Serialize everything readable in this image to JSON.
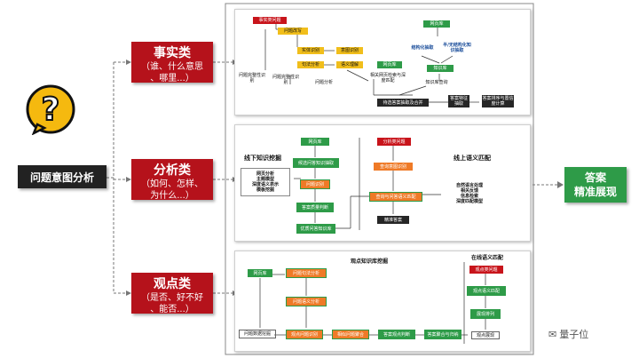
{
  "left": {
    "question_mark": "?",
    "main_label": "问题意图分析"
  },
  "categories": [
    {
      "title": "事实类",
      "sub1": "（谁、什么意思",
      "sub2": "、哪里...）"
    },
    {
      "title": "分析类",
      "sub1": "（如何、怎样、",
      "sub2": "为什么...）"
    },
    {
      "title": "观点类",
      "sub1": "（是否、好不好",
      "sub2": "、能否...）"
    }
  ],
  "result": {
    "line1": "答案",
    "line2": "精准展现"
  },
  "watermark": "量子位",
  "fact_panel": {
    "n1": "事实类问题",
    "n2": "问题改写",
    "n3": "实体识别",
    "n4": "意图识别",
    "n5": "句法分析",
    "n6": "语义理解",
    "n7": "问题完整性识别",
    "n8": "问题完整性识别",
    "n9": "问题分析",
    "n10": "网页库",
    "n11": "相关网页检索与深度匹配",
    "n12": "网页库",
    "n13": "结构化抽取",
    "n14": "半/无结构化知识抽取",
    "n15": "知识库",
    "n16": "知识库查询",
    "n17": "待选答案抽取及合并",
    "n18": "答案特征抽取",
    "n19": "答案排序与置信度计算"
  },
  "analysis_panel": {
    "offline_title": "线下知识挖掘",
    "online_title": "线上语义匹配",
    "n1": "网页库",
    "n2": "候选问答知识抽取",
    "n3": "问题识别",
    "n4": "答案质量判断",
    "n5": "优质问答知识库",
    "n6": "网页分析\n主题模型\n深度语义表示\n模板挖掘",
    "n7": "分析类问题",
    "n8": "查询意图识别",
    "n9": "查询与问答语义匹配",
    "n10": "精准答案",
    "n11": "自然语言处理\n相关反馈\n信息检索\n深度匹配模型"
  },
  "opinion_panel": {
    "mining_title": "观点知识库挖掘",
    "online_title": "在线语义匹配",
    "n1": "网页库",
    "n2": "问题句法分析",
    "n3": "问题语义分析",
    "n4": "问题数据挖掘",
    "n5": "观点问题识别",
    "n6": "相似问题聚合",
    "n7": "答案观点判断",
    "n8": "答案聚合与归纳",
    "n9": "观点类问题",
    "n10": "观点语义匹配",
    "n11": "展现排列",
    "n12": "观点展现"
  }
}
